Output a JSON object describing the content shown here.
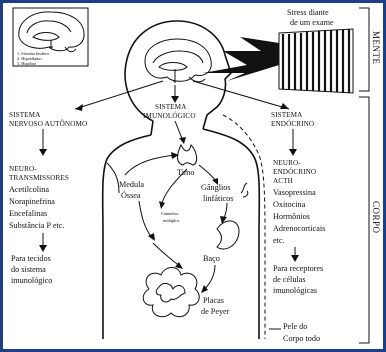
{
  "brain_inset": {
    "legend": [
      "1. Sistema límbico",
      "2. Hipotálamo",
      "3. Hipófise"
    ]
  },
  "stress": {
    "line1": "Stress diante",
    "line2": "de um exame"
  },
  "sidebar": {
    "top_label": "MENTE",
    "bottom_label": "CORPO"
  },
  "systems": {
    "nervoso": [
      "SISTEMA",
      "NERVOSO AUTÔNOMO"
    ],
    "imuno": [
      "SISTEMA",
      "IMUNOLÓGICO"
    ],
    "endocrino": [
      "SISTEMA",
      "ENDÓCRINO"
    ]
  },
  "neuro_transmissores": {
    "heading": [
      "NEURO-",
      "TRANSMISSORES"
    ],
    "items": [
      "Acetilcolina",
      "Norapinefrina",
      "Encefalinas",
      "Substância P etc."
    ]
  },
  "para_tecidos": [
    "Para tecidos",
    "do sistema",
    "imunológico"
  ],
  "organs": {
    "medula": [
      "Medula",
      "Óssea"
    ],
    "timo": "Timo",
    "ganglios": [
      "Gânglios",
      "linfáticos"
    ],
    "caminhos": [
      "Caminhos",
      "múltiplos"
    ],
    "baco": "Baço",
    "placas": [
      "Placas",
      "de Peyer"
    ]
  },
  "neuro_endocrino": {
    "heading": [
      "NEURO-",
      "ENDÓCRINO",
      "ACTH"
    ],
    "items": [
      "Vasopressina",
      "Oxitocina",
      "Hormônios",
      "Adrenocorticais",
      "etc."
    ]
  },
  "receptores": [
    "Para receptores",
    "de células",
    "imunológicas"
  ],
  "pele": [
    "Pele do",
    "Corpo todo"
  ]
}
